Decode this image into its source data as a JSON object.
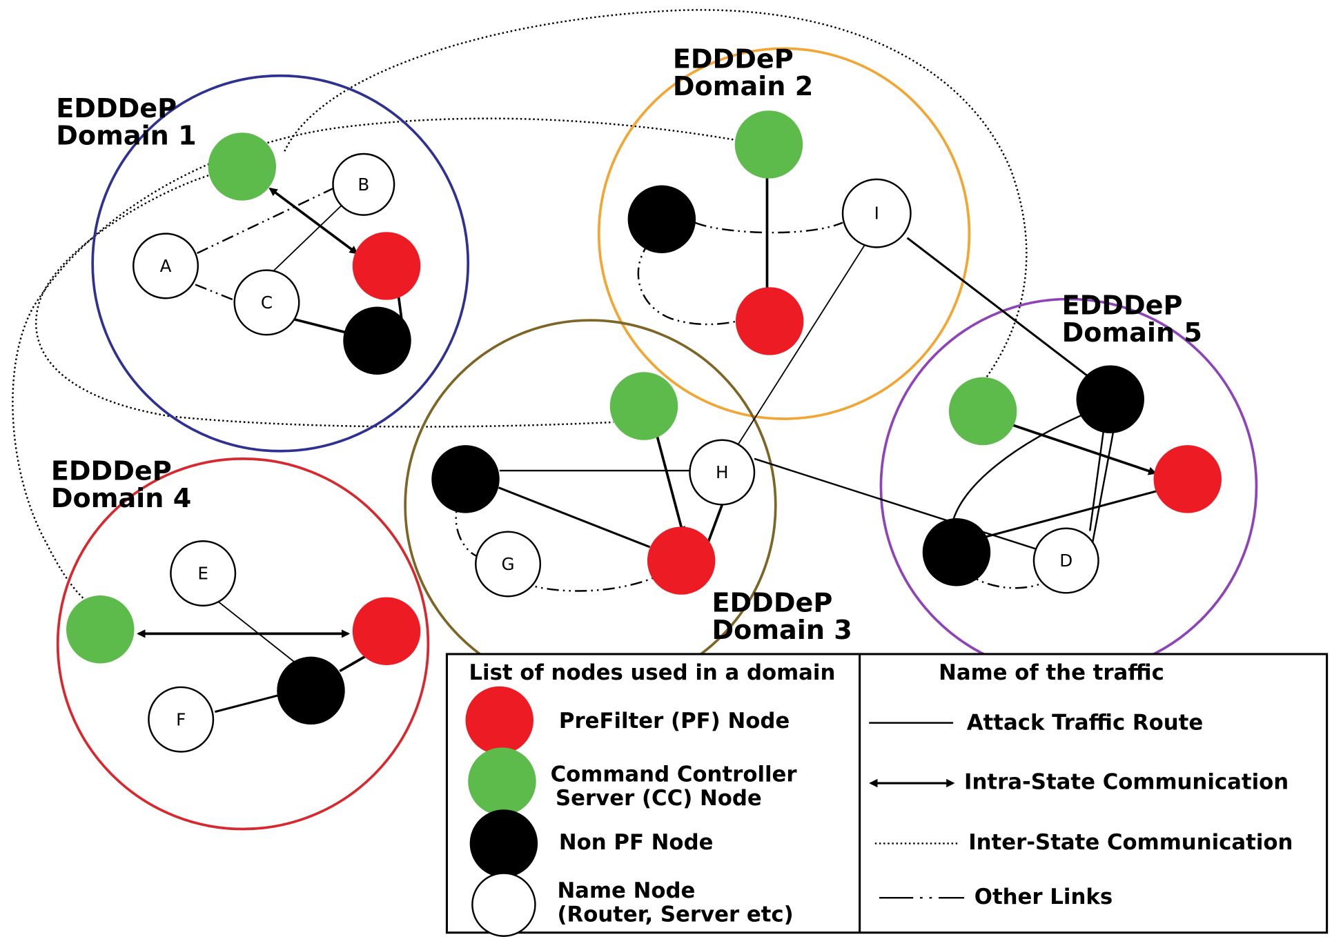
{
  "colors": {
    "pf_node": "#ed1c24",
    "cc_node": "#5dbb4b",
    "non_pf_node": "#000000",
    "name_node": "#ffffff",
    "domain1_border": "#2e3192",
    "domain2_border": "#f2a531",
    "domain3_border": "#7d6526",
    "domain4_border": "#d8272d",
    "domain5_border": "#8e44b8"
  },
  "domains": [
    {
      "line1": "EDDDeP",
      "line2": "Domain 1"
    },
    {
      "line1": "EDDDeP",
      "line2": "Domain 2"
    },
    {
      "line1": "EDDDeP",
      "line2": "Domain 3"
    },
    {
      "line1": "EDDDeP",
      "line2": "Domain 4"
    },
    {
      "line1": "EDDDeP",
      "line2": "Domain 5"
    }
  ],
  "name_nodes": {
    "A": "A",
    "B": "B",
    "C": "C",
    "D": "D",
    "E": "E",
    "F": "F",
    "G": "G",
    "H": "H",
    "I": "I"
  },
  "legend": {
    "nodes_header": "List of nodes used in a domain",
    "traffic_header": "Name of the traffic",
    "pf_node": "PreFilter (PF) Node",
    "cc_node_line1": "Command Controller",
    "cc_node_line2": "Server (CC) Node",
    "non_pf_node": "Non PF Node",
    "name_node_line1": "Name Node",
    "name_node_line2": "(Router, Server etc)",
    "attack_route": "Attack Traffic Route",
    "intra_state": "Intra-State Communication",
    "inter_state": "Inter-State Communication",
    "other_links": "Other Links"
  }
}
